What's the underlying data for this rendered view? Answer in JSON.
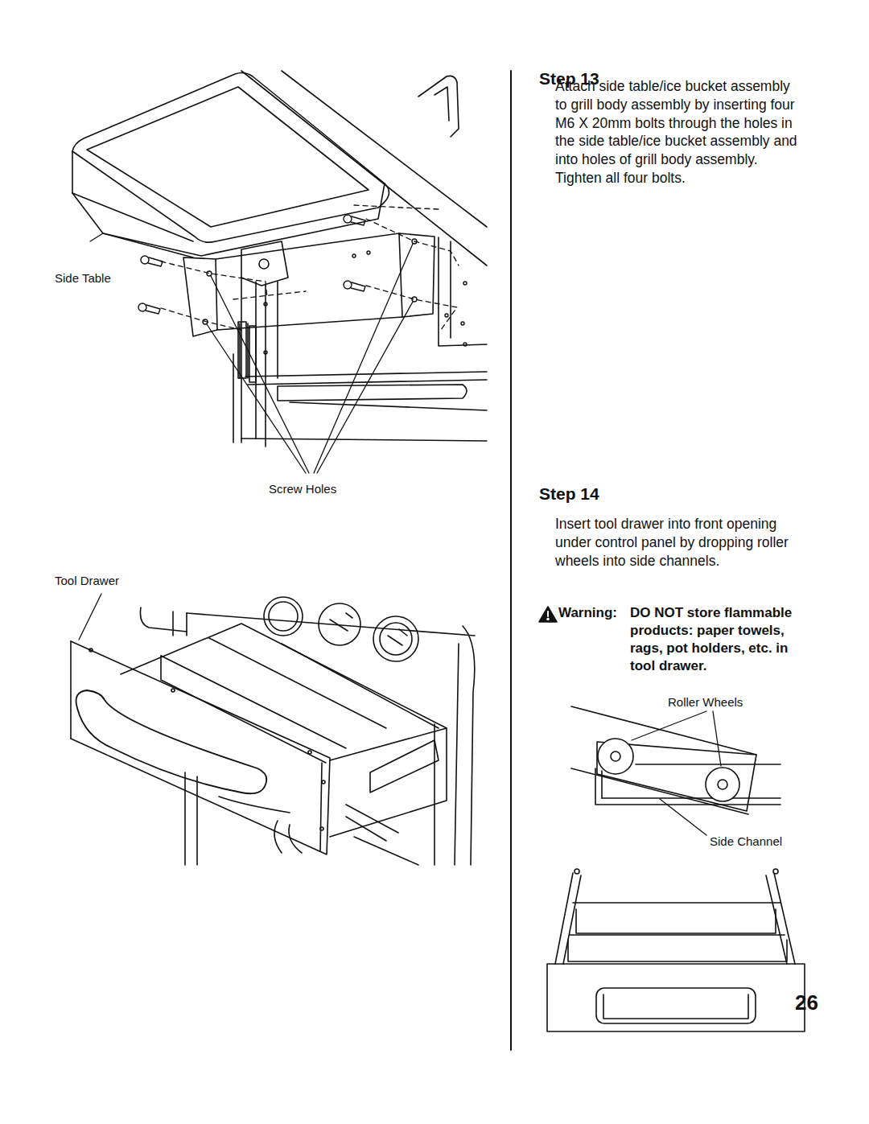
{
  "diagram": {
    "labels": [
      "Step 13",
      "Attach side table/ice bucket assembly to grill body assembly by inserting four M6 X 20mm bolts through the holes in the side table/ice bucket assembly and into holes of grill body assembly. Tighten all four bolts.",
      "Side Table",
      "Screw Holes",
      "Step 14",
      "Insert tool drawer into front opening under control panel by dropping roller wheels into side channels.",
      "Tool Drawer",
      "Warning:",
      "DO NOT store flammable products: paper towels, rags, pot holders, etc. in tool drawer.",
      "Roller Wheels",
      "Side Channel",
      "26"
    ]
  }
}
